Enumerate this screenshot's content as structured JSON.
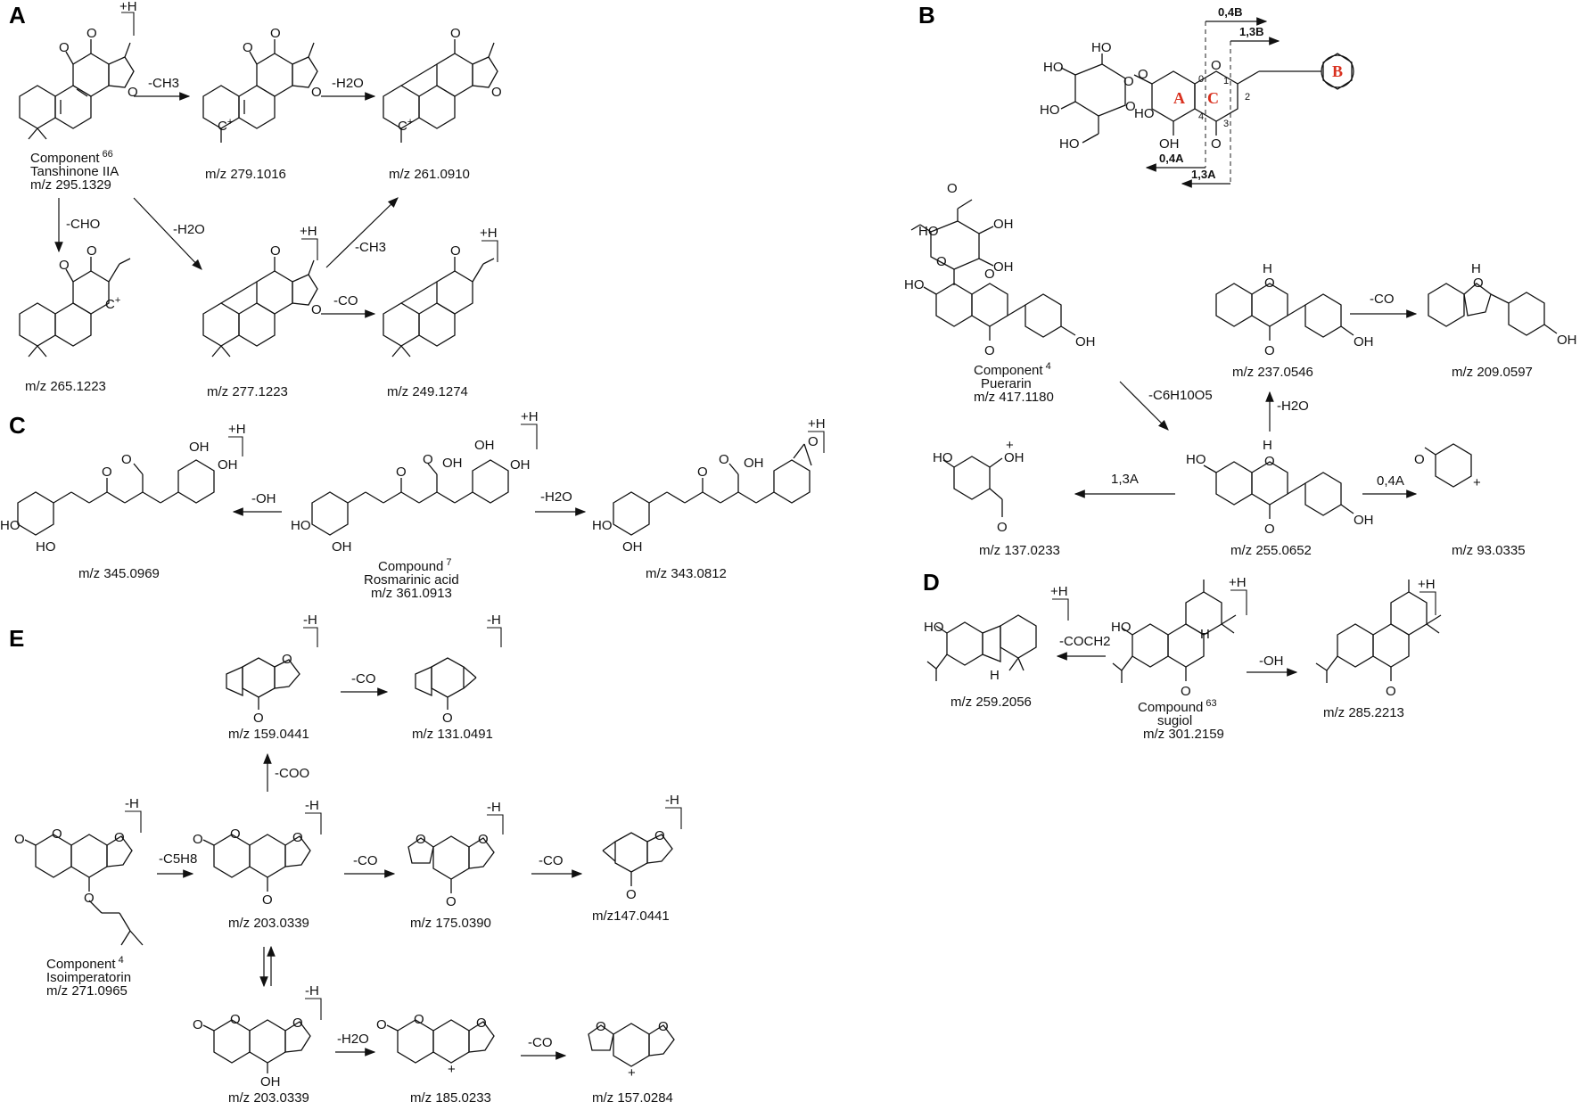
{
  "panels": {
    "A": "A",
    "B": "B",
    "C": "C",
    "D": "D",
    "E": "E"
  },
  "panel_A": {
    "parent": {
      "line1": "Component",
      "num": "66",
      "line2": "Tanshinone IIA",
      "mz": "m/z 295.1329"
    },
    "adduct": "+H",
    "arrows": {
      "loss_ch3": "-CH3",
      "loss_h2o_1": "-H2O",
      "loss_cho": "-CHO",
      "loss_h2o_2": "-H2O",
      "loss_ch3_2": "-CH3",
      "loss_co": "-CO"
    },
    "products": {
      "p279": "m/z 279.1016",
      "p261": "m/z 261.0910",
      "p265": "m/z 265.1223",
      "p277": "m/z 277.1223",
      "p249": "m/z 249.1274"
    }
  },
  "panel_B": {
    "parent": {
      "line1": "Component",
      "num": "4",
      "line2": "Puerarin",
      "mz": "m/z 417.1180"
    },
    "scheme_labels": {
      "b04": "0,4B",
      "b13": "1,3B",
      "a04": "0,4A",
      "a13": "1,3A",
      "ringA": "A",
      "ringB": "B",
      "ringC": "C"
    },
    "arrows": {
      "loss_glc": "-C6H10O5",
      "loss_h2o": "-H2O",
      "loss_co": "-CO",
      "rda_13a": "1,3A",
      "rda_04a": "0,4A"
    },
    "products": {
      "p237": "m/z 237.0546",
      "p209": "m/z 209.0597",
      "p255": "m/z 255.0652",
      "p137": "m/z 137.0233",
      "p93": "m/z 93.0335"
    }
  },
  "panel_C": {
    "parent": {
      "line1": "Compound",
      "num": "7",
      "line2": "Rosmarinic acid",
      "mz": "m/z 361.0913"
    },
    "adduct": "+H",
    "arrows": {
      "loss_oh": "-OH",
      "loss_h2o": "-H2O"
    },
    "products": {
      "p345": "m/z 345.0969",
      "p343": "m/z 343.0812"
    }
  },
  "panel_D": {
    "parent": {
      "line1": "Compound",
      "num": "63",
      "line2": "sugiol",
      "mz": "m/z 301.2159"
    },
    "adduct": "+H",
    "arrows": {
      "loss_coch2": "-COCH2",
      "loss_oh": "-OH"
    },
    "products": {
      "p259": "m/z 259.2056",
      "p285": "m/z 285.2213"
    }
  },
  "panel_E": {
    "parent": {
      "line1": "Component",
      "num": "4",
      "line2": "Isoimperatorin",
      "mz": "m/z 271.0965"
    },
    "adduct": "-H",
    "arrows": {
      "loss_c5h8": "-C5H8",
      "loss_coo": "-COO",
      "loss_co_top": "-CO",
      "loss_co_1": "-CO",
      "loss_co_2": "-CO",
      "loss_h2o": "-H2O",
      "loss_co_bottom": "-CO"
    },
    "products": {
      "p159": "m/z 159.0441",
      "p131": "m/z 131.0491",
      "p203a": "m/z 203.0339",
      "p175": "m/z 175.0390",
      "p147": "m/z147.0441",
      "p203b": "m/z 203.0339",
      "p185": "m/z 185.0233",
      "p157": "m/z 157.0284"
    }
  },
  "atoms": {
    "O": "O",
    "OH": "OH",
    "HO": "HO",
    "H": "H",
    "Cplus": "C",
    "plus": "+",
    "n0": "0",
    "n1": "1",
    "n2": "2",
    "n3": "3",
    "n4": "4"
  },
  "colors": {
    "ink": "#111111",
    "ring_label": "#d9301e",
    "background": "#ffffff"
  }
}
